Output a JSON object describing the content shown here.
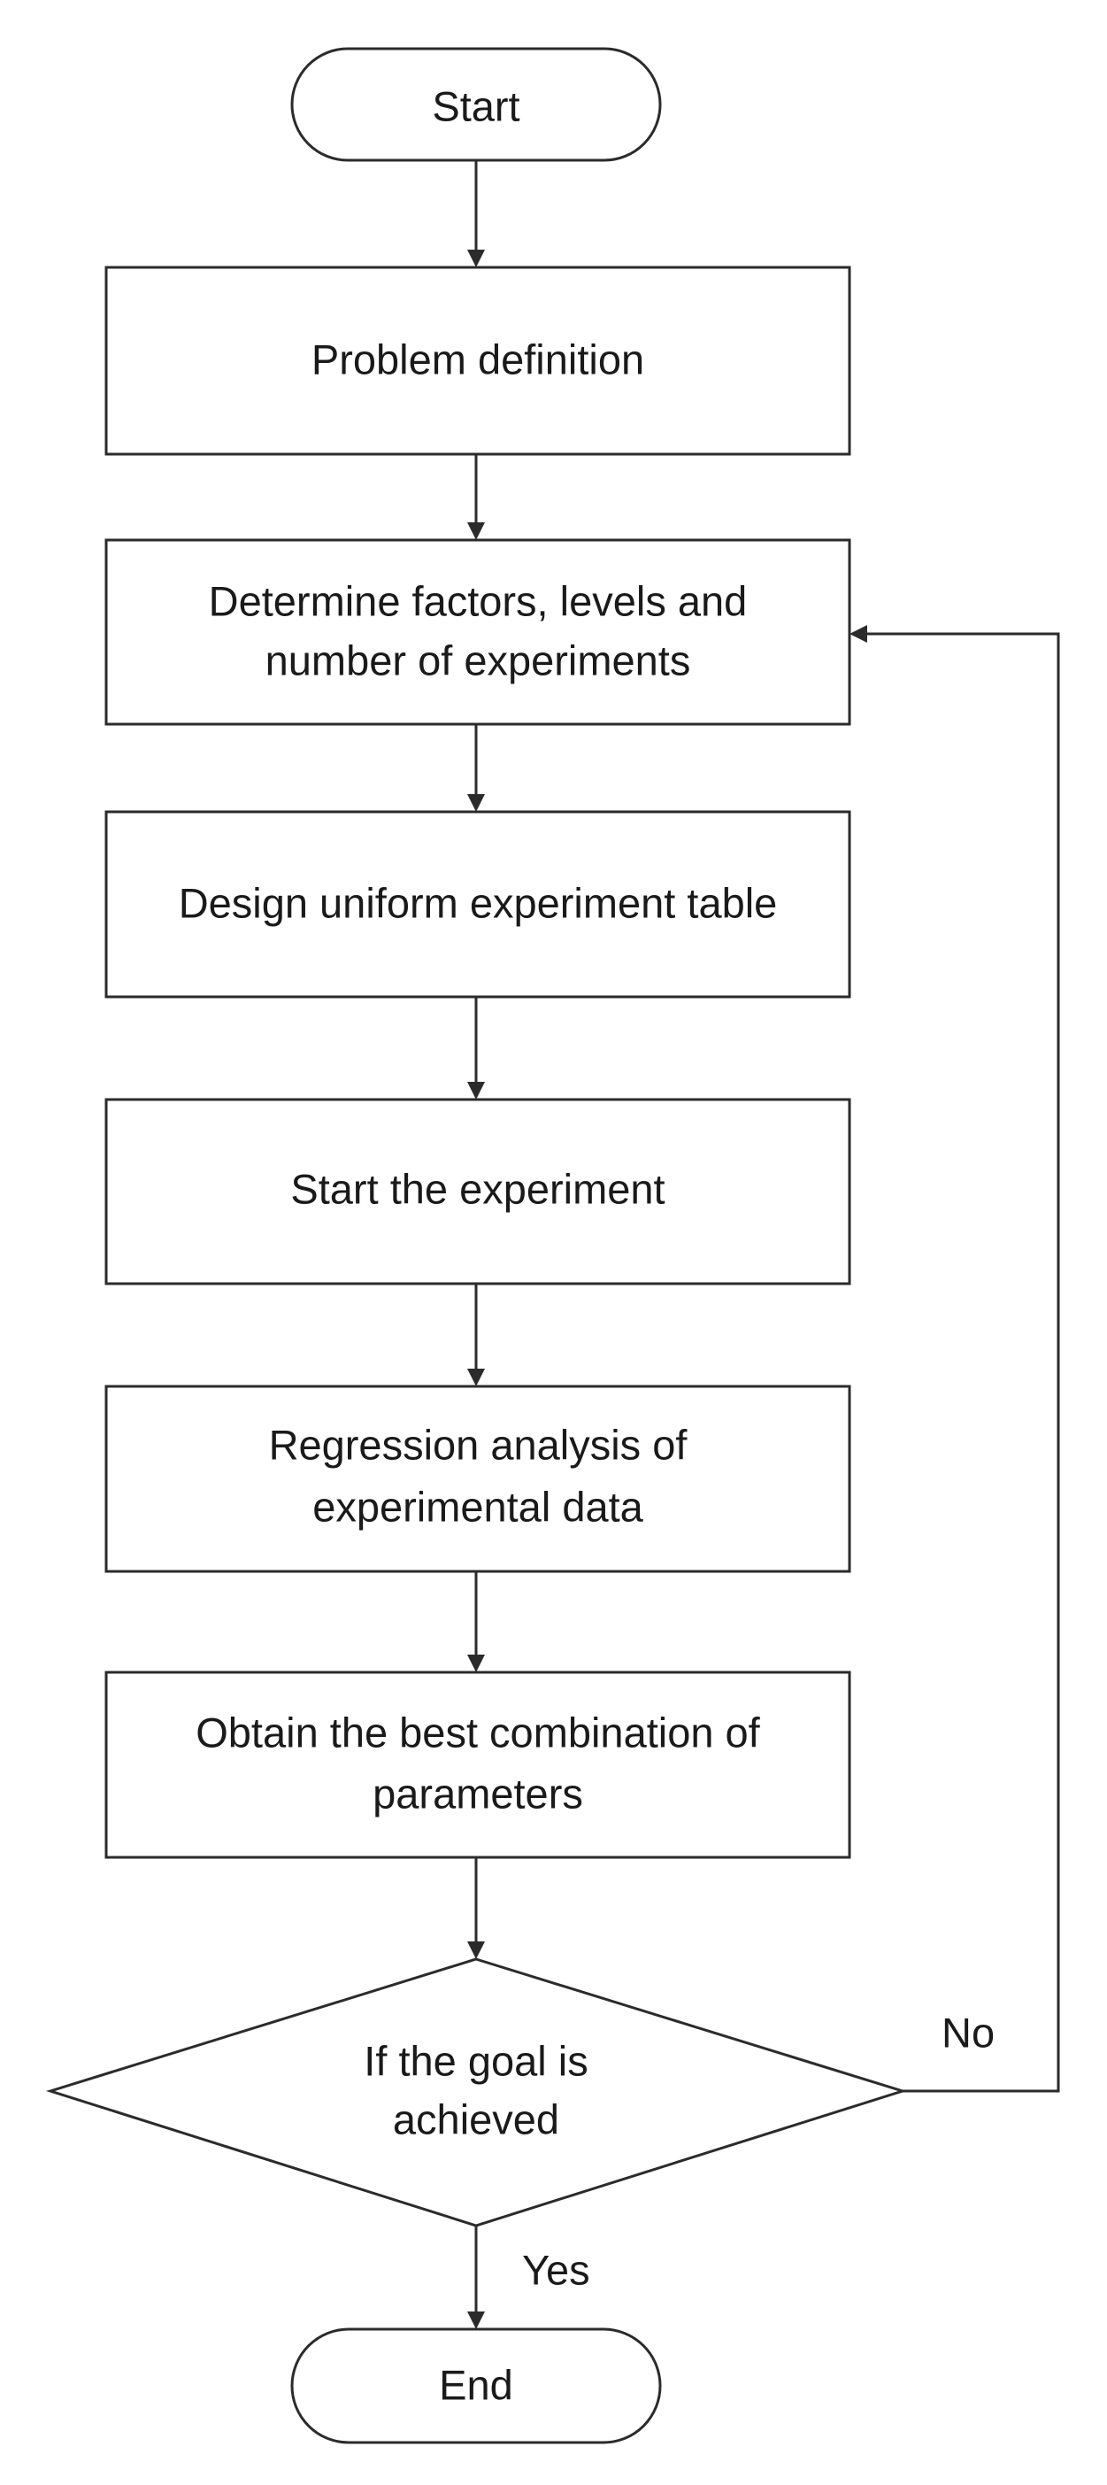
{
  "flowchart": {
    "nodes": {
      "start": {
        "label": "Start"
      },
      "problem": {
        "label": "Problem definition"
      },
      "factors": {
        "line1": "Determine factors, levels and",
        "line2": "number of experiments"
      },
      "design": {
        "label": "Design uniform experiment table"
      },
      "experiment": {
        "label": "Start the experiment"
      },
      "regression": {
        "line1": "Regression analysis of",
        "line2": "experimental data"
      },
      "combination": {
        "line1": "Obtain the best combination of",
        "line2": "parameters"
      },
      "decision": {
        "line1": "If the goal is",
        "line2": "achieved"
      },
      "end": {
        "label": "End"
      }
    },
    "edge_labels": {
      "no": "No",
      "yes": "Yes"
    }
  }
}
